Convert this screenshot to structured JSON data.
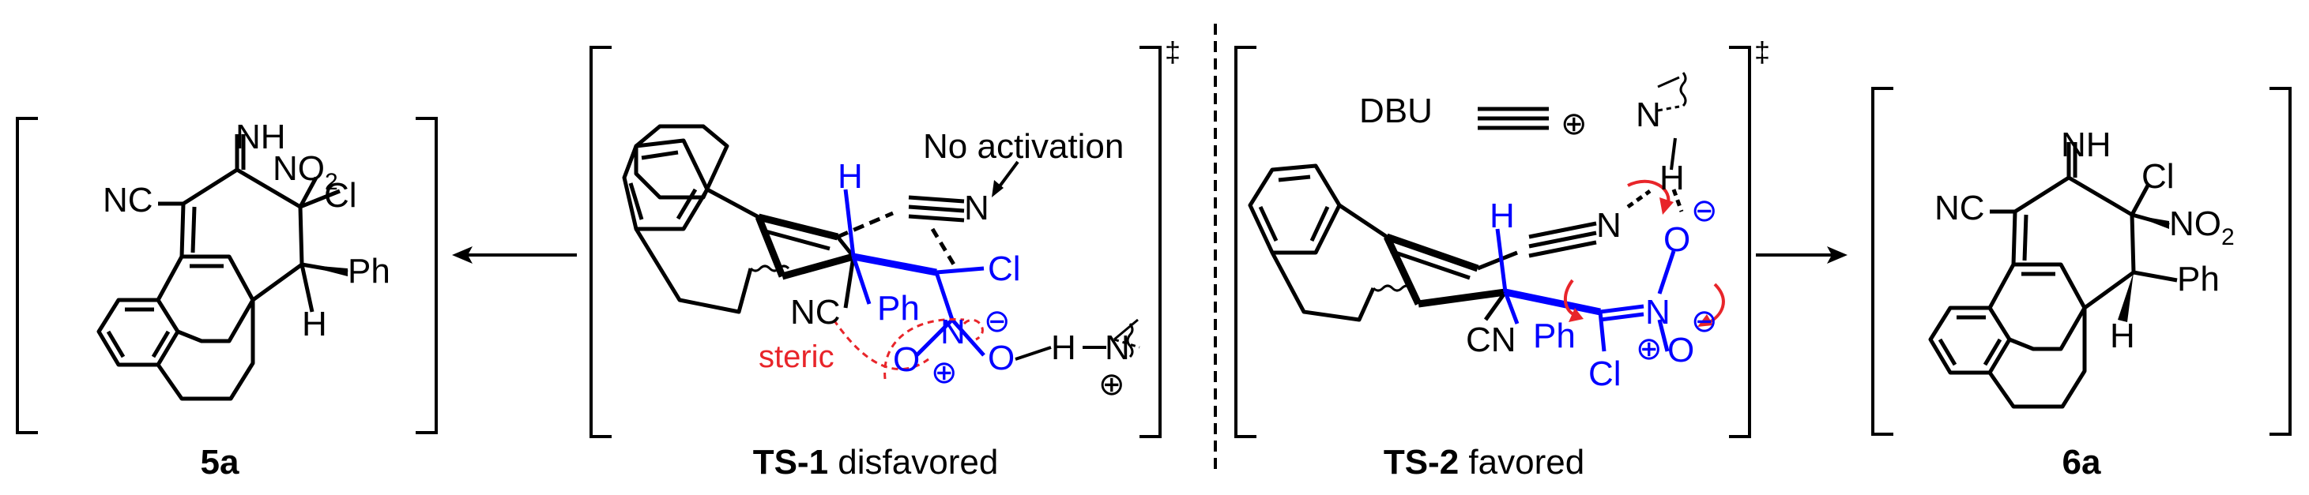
{
  "compounds": {
    "left": {
      "id": "5a",
      "groups": {
        "nh": "NH",
        "no2": "NO",
        "no2_sub": "2",
        "cl": "Cl",
        "nc": "NC",
        "ph": "Ph",
        "h": "H"
      }
    },
    "right": {
      "id": "6a",
      "groups": {
        "nh": "NH",
        "no2": "NO",
        "no2_sub": "2",
        "cl": "Cl",
        "nc": "NC",
        "ph": "Ph",
        "h": "H"
      }
    }
  },
  "transition_states": {
    "ts1": {
      "name": "TS-1",
      "descriptor": "disfavored",
      "dagger": "‡",
      "annotations": {
        "no_activation": "No activation",
        "steric": "steric"
      },
      "atoms": {
        "h_blue": "H",
        "n_nitrile": "N",
        "cl": "Cl",
        "nc": "NC",
        "ph": "Ph",
        "n_nitro": "N",
        "o_left": "O",
        "o_right": "O",
        "h_bond": "H",
        "n_amine": "N",
        "minus": "⊖",
        "plus_nitro": "⊕",
        "plus_amine": "⊕"
      }
    },
    "ts2": {
      "name": "TS-2",
      "descriptor": "favored",
      "dagger": "‡",
      "annotations": {
        "dbu": "DBU"
      },
      "atoms": {
        "h_blue": "H",
        "n_nitrile": "N",
        "cn": "CN",
        "ph": "Ph",
        "cl": "Cl",
        "n_nitro": "N",
        "o_top": "O",
        "o_bottom": "O",
        "h_amine": "H",
        "n_amine": "N",
        "minus_top": "⊖",
        "minus_bottom": "⊖",
        "plus_nitro": "⊕",
        "plus_amine": "⊕"
      }
    }
  },
  "colors": {
    "black": "#000000",
    "blue": "#0000ff",
    "red": "#e8252a"
  }
}
